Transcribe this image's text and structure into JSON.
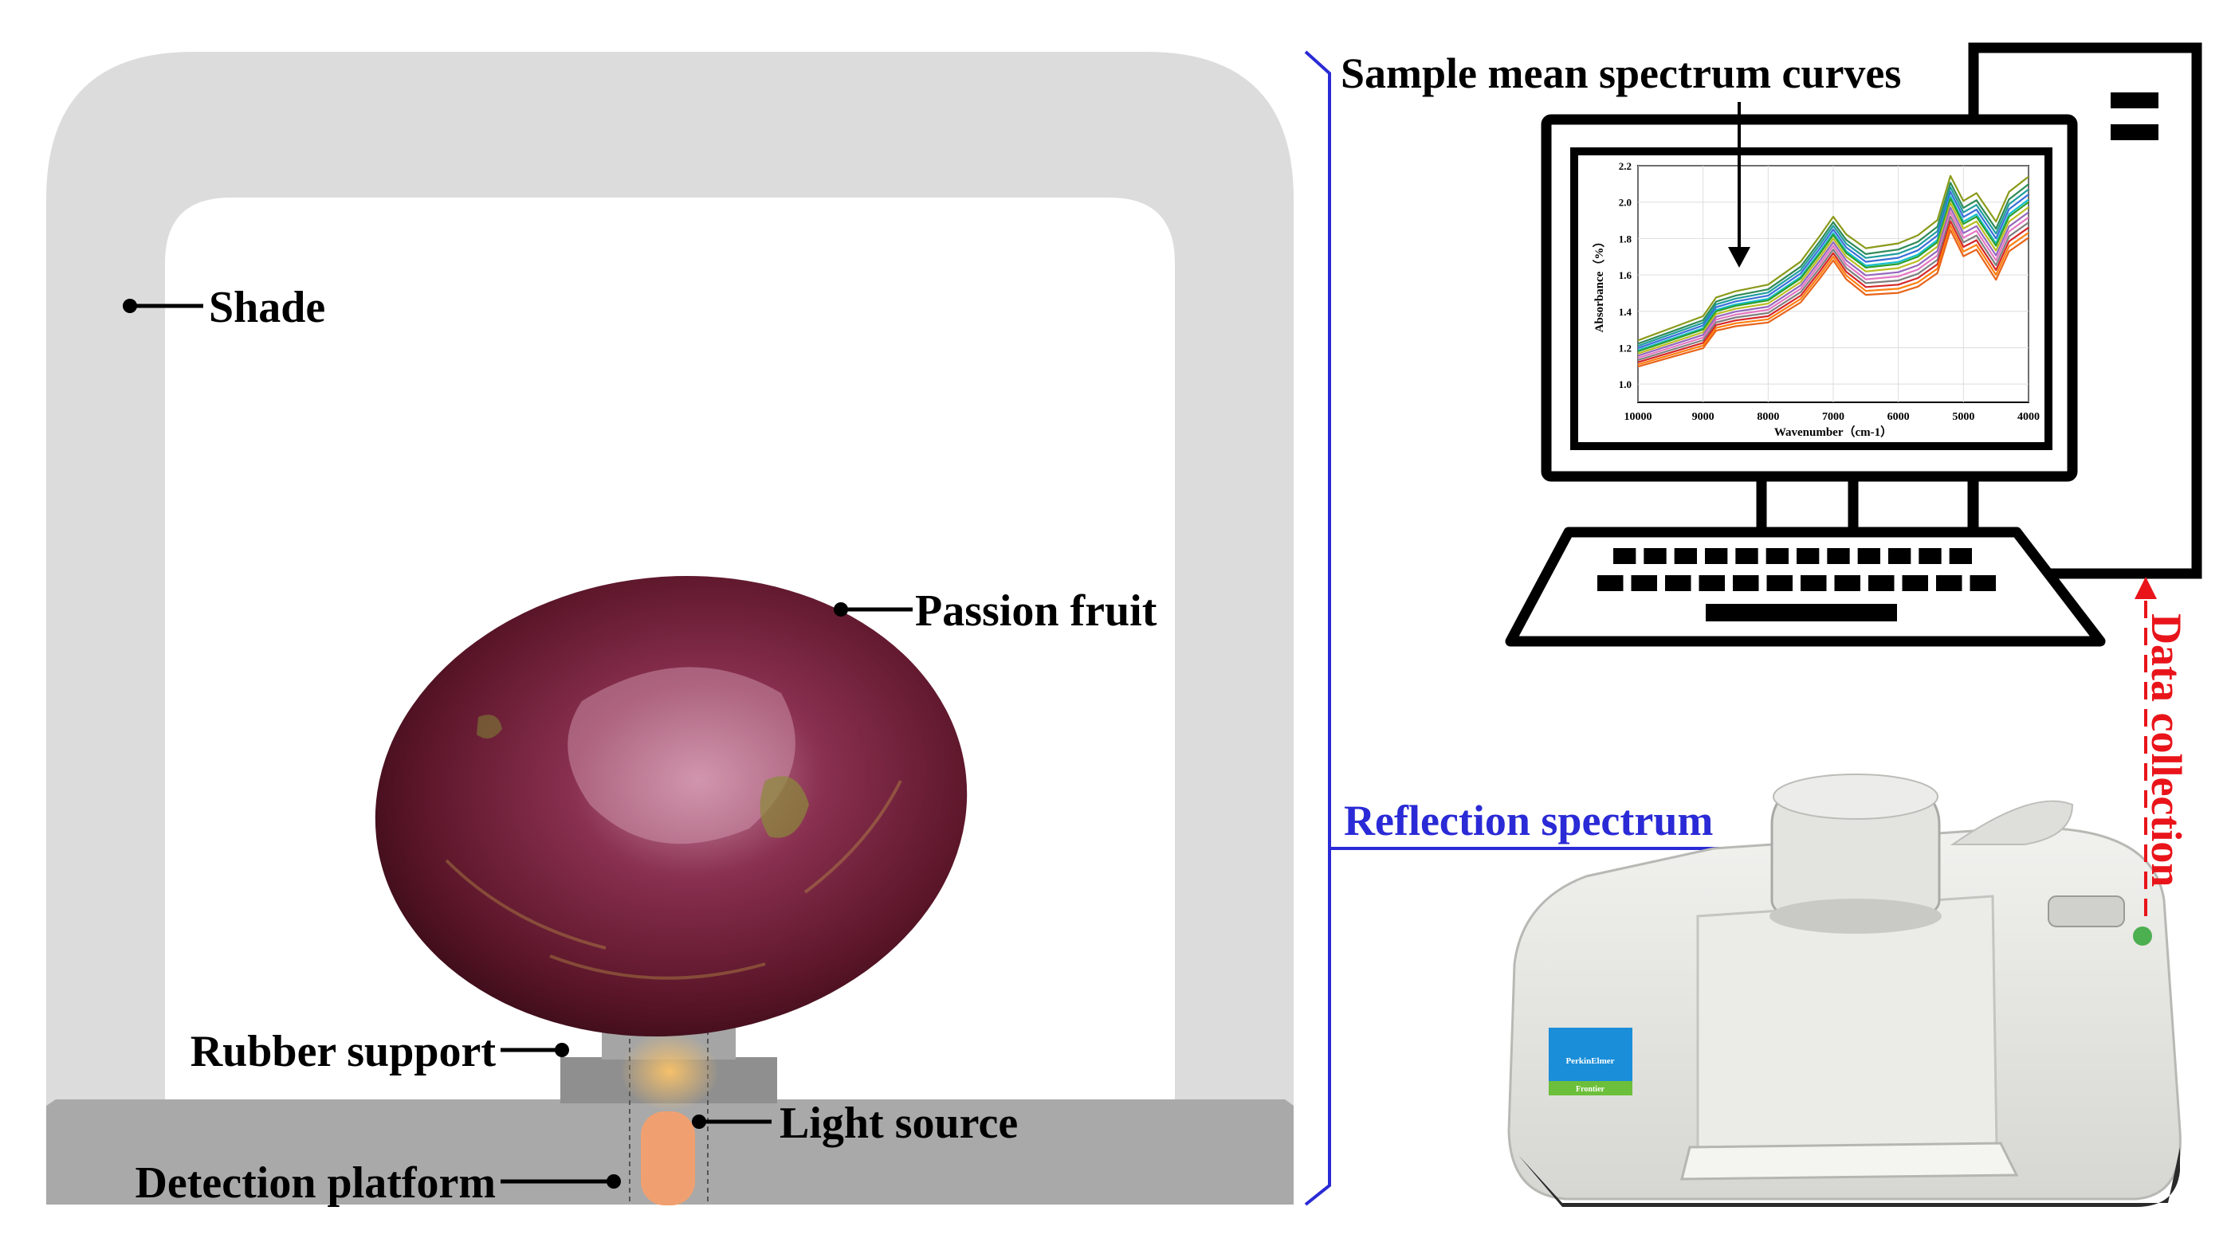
{
  "labels": {
    "shade": "Shade",
    "passion_fruit": "Passion fruit",
    "rubber_support": "Rubber support",
    "light_source": "Light source",
    "detection_platform": "Detection platform",
    "sample_curves": "Sample mean spectrum curves",
    "reflection": "Reflection spectrum",
    "data_collection": "Data collection",
    "brand": "PerkinElmer",
    "model": "Frontier"
  },
  "colors": {
    "shade": "#dcdcdc",
    "platform": "#a9a9a9",
    "support": "#8f8f8f",
    "fruit": "#6b1f33",
    "light": "#f0a070",
    "reflection": "#2a2ad6",
    "data_collection": "#e8141a"
  },
  "chart_data": {
    "type": "line",
    "xlabel": "Wavenumber（cm-1）",
    "ylabel": "Absorbance（%）",
    "xlim": [
      10000,
      4000
    ],
    "ylim": [
      0.9,
      2.2
    ],
    "x_ticks": [
      "10000",
      "9000",
      "8000",
      "7000",
      "6000",
      "5000",
      "4000"
    ],
    "y_ticks": [
      "1.0",
      "1.2",
      "1.4",
      "1.6",
      "1.8",
      "2.0",
      "2.2"
    ],
    "x": [
      10000,
      9500,
      9000,
      8800,
      8500,
      8000,
      7500,
      7200,
      7000,
      6800,
      6500,
      6000,
      5700,
      5400,
      5200,
      5000,
      4800,
      4500,
      4300,
      4000
    ],
    "base_curve": [
      1.18,
      1.24,
      1.3,
      1.4,
      1.43,
      1.46,
      1.58,
      1.72,
      1.82,
      1.72,
      1.64,
      1.66,
      1.7,
      1.78,
      2.02,
      1.88,
      1.92,
      1.76,
      1.92,
      2.0
    ],
    "series": [
      {
        "color": "#8a9a1a",
        "offset": 0.1
      },
      {
        "color": "#2e8b57",
        "offset": 0.07
      },
      {
        "color": "#1f9e9e",
        "offset": 0.05
      },
      {
        "color": "#3a6fd8",
        "offset": 0.03
      },
      {
        "color": "#17becf",
        "offset": 0.01
      },
      {
        "color": "#2ca02c",
        "offset": 0.0
      },
      {
        "color": "#bcbd22",
        "offset": -0.02
      },
      {
        "color": "#9467bd",
        "offset": -0.04
      },
      {
        "color": "#e377c2",
        "offset": -0.06
      },
      {
        "color": "#7f7f7f",
        "offset": -0.08
      },
      {
        "color": "#d62728",
        "offset": -0.1
      },
      {
        "color": "#ff7f0e",
        "offset": -0.12
      },
      {
        "color": "#e8641a",
        "offset": -0.14
      }
    ]
  }
}
